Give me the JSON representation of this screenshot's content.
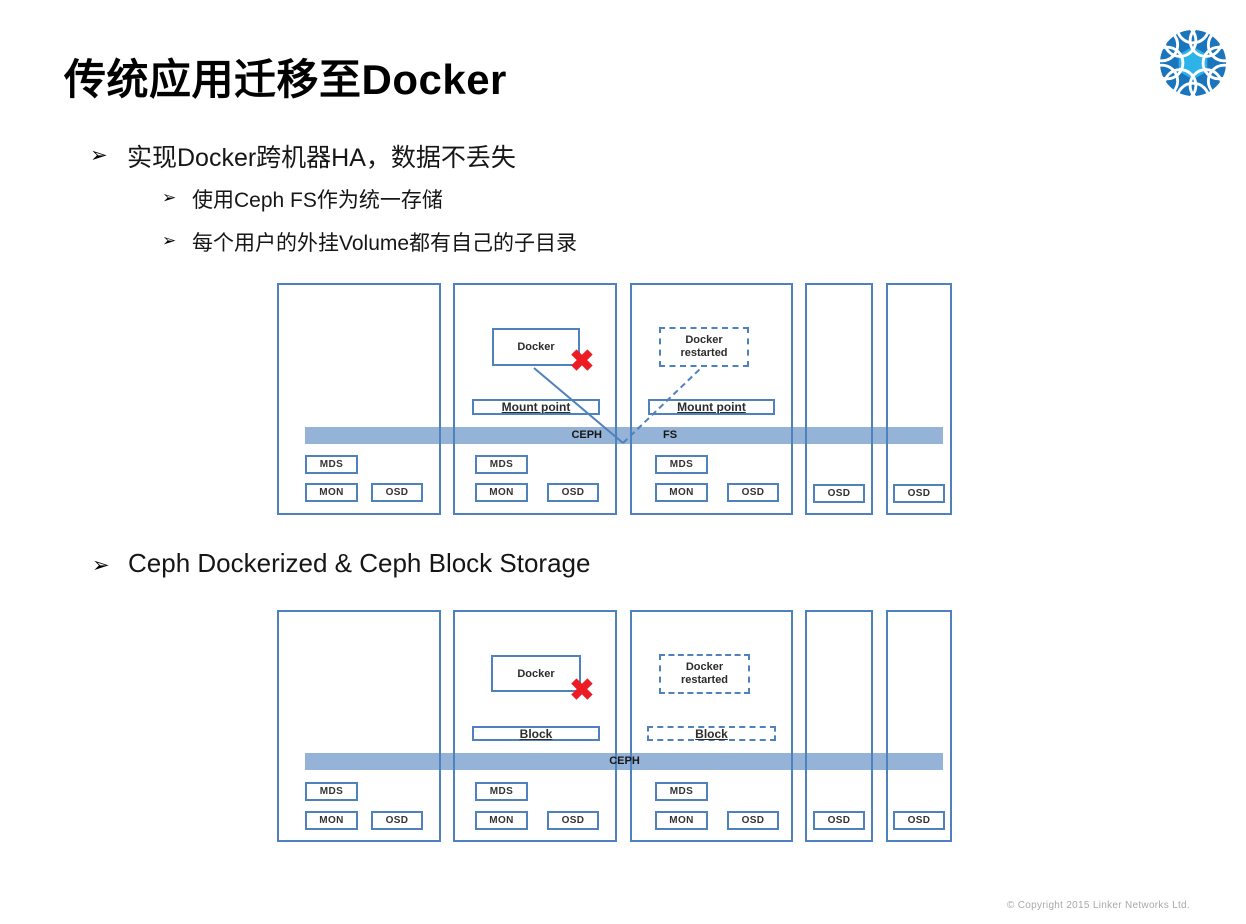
{
  "slide_title": "传统应用迁移至Docker",
  "footer": {
    "copyright": "© Copyright 2015 Linker Networks Ltd."
  },
  "bullets": {
    "marker": "➢",
    "level1_ha": "实现Docker跨机器HA，数据不丢失",
    "level2_cephfs": "使用Ceph FS作为统一存储",
    "level2_volume": "每个用户的外挂Volume都有自己的子目录",
    "level1_block": "Ceph Dockerized & Ceph Block Storage"
  },
  "labels": {
    "docker": "Docker",
    "restarted": "restarted",
    "mount_point": "Mount point",
    "block": "Block",
    "ceph": "CEPH",
    "fs": "FS",
    "mds": "MDS",
    "mon": "MON",
    "osd": "OSD",
    "fail_x": "✖"
  },
  "colors": {
    "box_border_blue": "#4f81bd",
    "band_blue": "#95b3d7",
    "fail_red": "#ed1c24",
    "logo_dark_blue": "#1b75bc",
    "logo_light_blue": "#2db3e8",
    "footer_gray": "#a9a9a9"
  },
  "diagrams": {
    "ceph_fs": {
      "band_labels": [
        "CEPH",
        "FS"
      ],
      "nodes": [
        {
          "daemons": [
            "MDS",
            "MON",
            "OSD"
          ]
        },
        {
          "app": "Docker",
          "app_state": "failed",
          "mount": "Mount point",
          "daemons": [
            "MDS",
            "MON",
            "OSD"
          ]
        },
        {
          "app": "Docker restarted",
          "app_state": "dashed",
          "mount": "Mount point",
          "daemons": [
            "MDS",
            "MON",
            "OSD"
          ]
        },
        {
          "daemons": [
            "OSD"
          ]
        },
        {
          "daemons": [
            "OSD"
          ]
        }
      ]
    },
    "ceph_block": {
      "band_labels": [
        "CEPH"
      ],
      "nodes": [
        {
          "daemons": [
            "MDS",
            "MON",
            "OSD"
          ]
        },
        {
          "app": "Docker",
          "app_state": "failed",
          "mount": "Block",
          "daemons": [
            "MDS",
            "MON",
            "OSD"
          ]
        },
        {
          "app": "Docker restarted",
          "app_state": "dashed",
          "mount": "Block",
          "daemons": [
            "MDS",
            "MON",
            "OSD"
          ]
        },
        {
          "daemons": [
            "OSD"
          ]
        },
        {
          "daemons": [
            "OSD"
          ]
        }
      ]
    }
  }
}
